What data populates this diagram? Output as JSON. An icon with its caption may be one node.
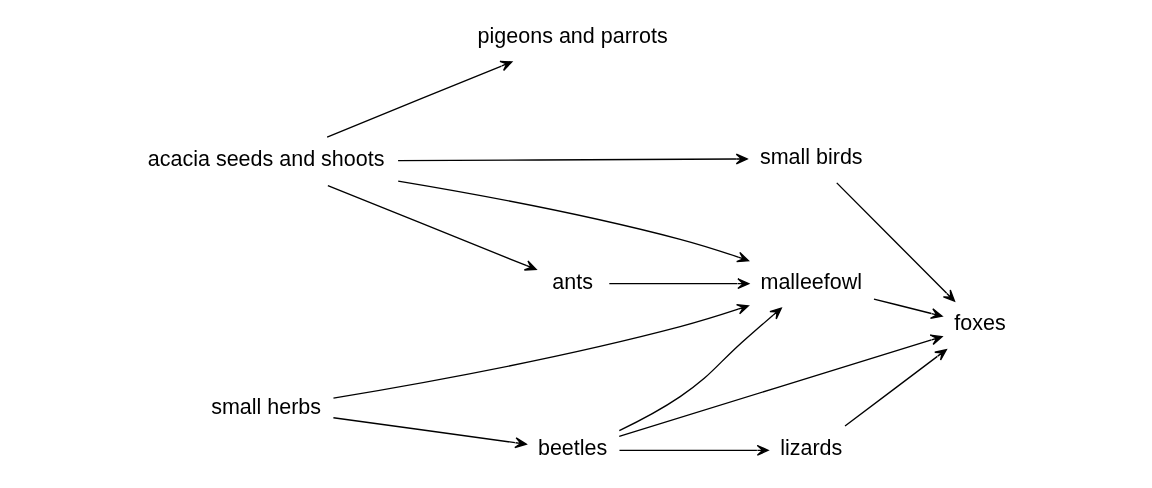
{
  "diagram": {
    "nodes": [
      {
        "text": [
          "foxes"
        ]
      },
      {
        "text": [
          "lizards"
        ]
      },
      {
        "text": [
          "pigeons and parrots"
        ]
      },
      {
        "text": [
          "acacia seeds and shoots"
        ]
      },
      {
        "text": [
          "small birds"
        ]
      },
      {
        "text": [
          "beetles"
        ]
      },
      {
        "text": [
          "malleefowl"
        ]
      },
      {
        "text": [
          "ants"
        ]
      },
      {
        "text": [
          "small herbs"
        ]
      }
    ],
    "edges": [
      {
        "from": 3,
        "to": 2,
        "arrow": "to"
      },
      {
        "from": 3,
        "to": 4,
        "arrow": "to"
      },
      {
        "from": 3,
        "to": 7,
        "arrow": "to"
      },
      {
        "from": 3,
        "to": 6,
        "arrow": "to"
      },
      {
        "from": 4,
        "to": 0,
        "arrow": "to"
      },
      {
        "from": 6,
        "to": 0,
        "arrow": "to"
      },
      {
        "from": 1,
        "to": 0,
        "arrow": "to"
      },
      {
        "from": 5,
        "to": 0,
        "arrow": "to"
      },
      {
        "from": 5,
        "to": 1,
        "arrow": "to"
      },
      {
        "from": 5,
        "to": 6,
        "arrow": "to"
      },
      {
        "from": 8,
        "to": 5,
        "arrow": "to"
      },
      {
        "from": 8,
        "to": 6,
        "arrow": "to"
      },
      {
        "from": 7,
        "to": 6,
        "arrow": "to"
      }
    ]
  }
}
